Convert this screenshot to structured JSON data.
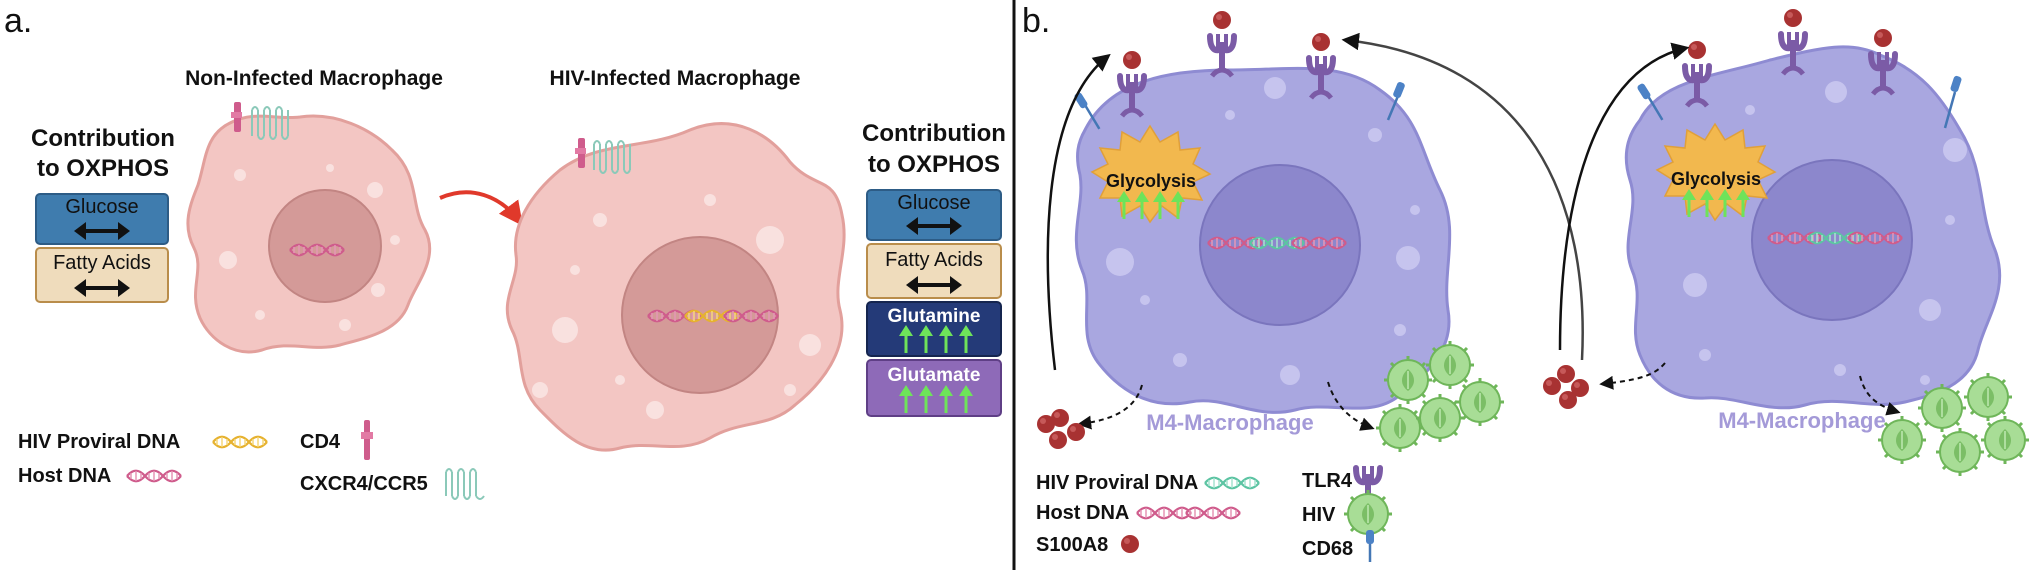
{
  "panel_a": {
    "label": "a.",
    "non_infected_title": "Non-Infected Macrophage",
    "infected_title": "HIV-Infected Macrophage",
    "contribution_left": {
      "title_line1": "Contribution",
      "title_line2": "to OXPHOS",
      "boxes": [
        {
          "label": "Glucose",
          "indicator": "double-arrow"
        },
        {
          "label": "Fatty Acids",
          "indicator": "double-arrow"
        }
      ]
    },
    "contribution_right": {
      "title_line1": "Contribution",
      "title_line2": "to OXPHOS",
      "boxes": [
        {
          "label": "Glucose",
          "indicator": "double-arrow"
        },
        {
          "label": "Fatty Acids",
          "indicator": "double-arrow"
        },
        {
          "label": "Glutamine",
          "indicator": "up-arrows"
        },
        {
          "label": "Glutamate",
          "indicator": "up-arrows"
        }
      ]
    },
    "legend": {
      "hiv_proviral_dna": "HIV Proviral DNA",
      "host_dna": "Host DNA",
      "cd4": "CD4",
      "cxcr4_ccr5": "CXCR4/CCR5"
    }
  },
  "panel_b": {
    "label": "b.",
    "cell_left": {
      "glycolysis": "Glycolysis",
      "name": "M4-Macrophage"
    },
    "cell_right": {
      "glycolysis": "Glycolysis",
      "name": "M4-Macrophage"
    },
    "legend": {
      "hiv_proviral_dna": "HIV Proviral DNA",
      "host_dna": "Host DNA",
      "s100a8": "S100A8",
      "tlr4": "TLR4",
      "hiv": "HIV",
      "cd68": "CD68"
    }
  },
  "colors": {
    "pink_cell": "#f3c6c3",
    "pink_cell_stroke": "#e2a09c",
    "pink_nucleus": "#d49a98",
    "purple_cell": "#a9a7e0",
    "purple_cell_stroke": "#8e8bd2",
    "purple_nucleus": "#8c87cc",
    "glucose_box": "#3f7cae",
    "fatty_box": "#efdcbc",
    "glutamine_box": "#243a78",
    "glutamate_box": "#8e6ab8",
    "glycolysis_star": "#f2b84e",
    "up_arrow": "#6ee35a",
    "s100a8": "#a83232",
    "tlr4": "#7b5ba6",
    "hiv_virus": "#8fd27e",
    "host_dna": "#cf5c8c",
    "hiv_dna_a": "#f0c247",
    "hiv_dna_b": "#7fd6bb",
    "red_arrow": "#e0392b"
  }
}
